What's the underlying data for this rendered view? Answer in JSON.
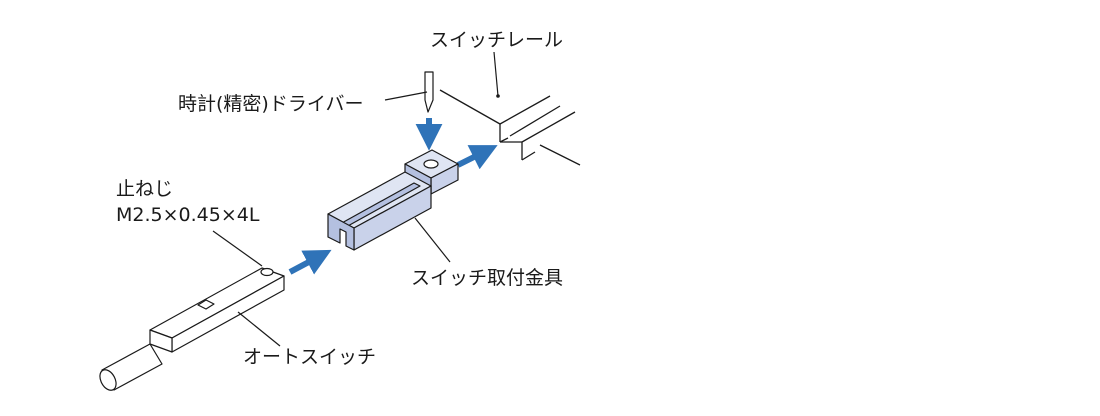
{
  "labels": {
    "switch_rail": "スイッチレール",
    "screwdriver": "時計(精密)ドライバー",
    "set_screw_title": "止ねじ",
    "set_screw_spec": "M2.5×0.45×4L",
    "bracket": "スイッチ取付金具",
    "auto_switch": "オートスイッチ"
  },
  "colors": {
    "bracket_fill": "#c9d2ea",
    "bracket_side": "#b4c0e0",
    "bracket_top": "#dfe5f3",
    "arrow": "#2f73b8",
    "line": "#1a1a1a"
  }
}
